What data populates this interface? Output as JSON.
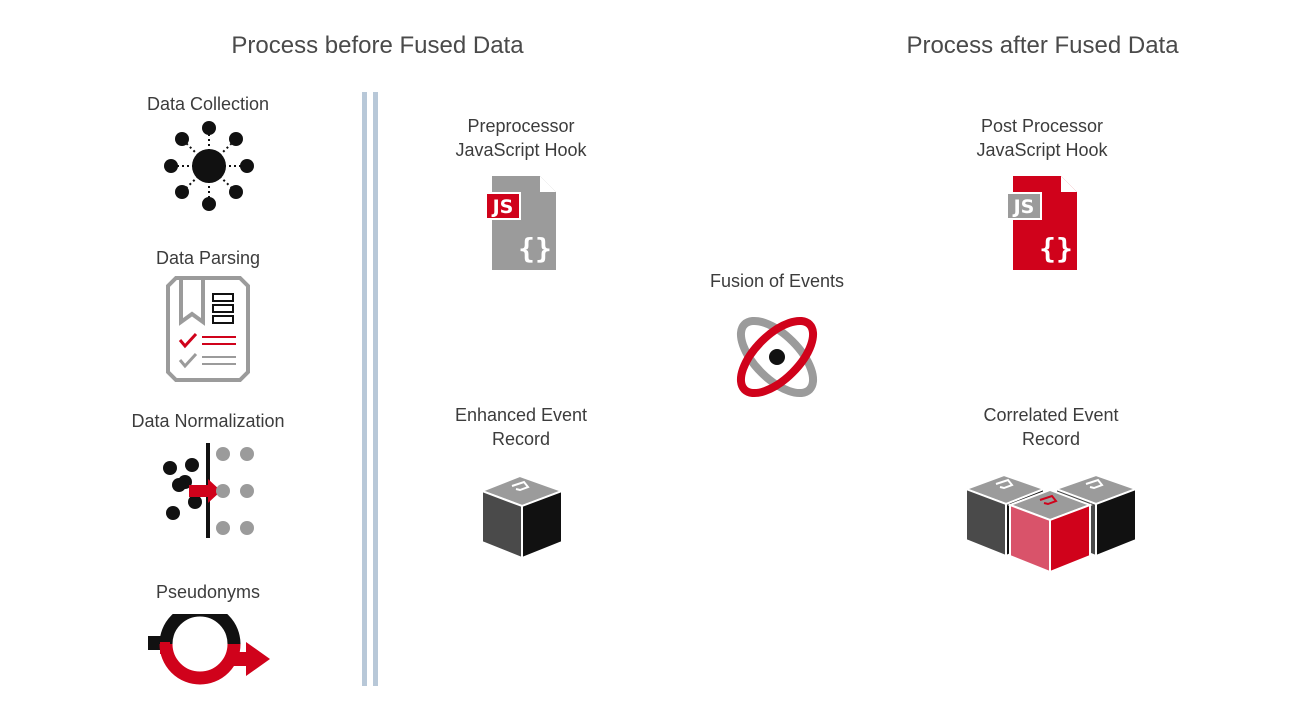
{
  "headings": {
    "before": "Process before Fused Data",
    "after": "Process after Fused Data"
  },
  "steps": {
    "collection": "Data Collection",
    "parsing": "Data Parsing",
    "normalization": "Data Normalization",
    "pseudonyms": "Pseudonyms"
  },
  "nodes": {
    "preprocessor": [
      "Preprocessor",
      "JavaScript Hook"
    ],
    "postprocessor": [
      "Post Processor",
      "JavaScript Hook"
    ],
    "fusion": "Fusion of Events",
    "enhanced": [
      "Enhanced Event",
      "Record"
    ],
    "correlated": [
      "Correlated Event",
      "Record"
    ]
  },
  "badges": {
    "js": "JS",
    "braces": "{}"
  },
  "colors": {
    "red": "#d0021b",
    "gray": "#9b9b9b",
    "dark": "#111111",
    "divider": "#b8c8d8"
  }
}
